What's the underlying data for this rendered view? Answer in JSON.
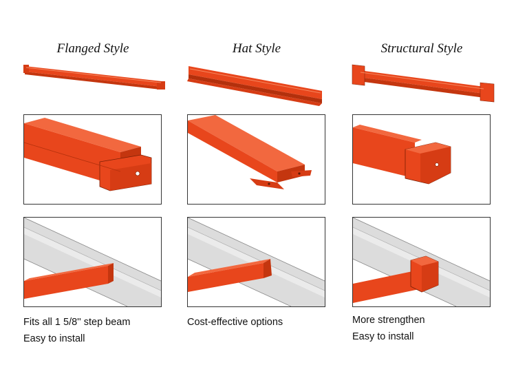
{
  "columns": [
    {
      "title": "Flanged Style",
      "features": [
        "Fits all 1 5/8'' step beam",
        "Easy to install"
      ]
    },
    {
      "title": "Hat Style",
      "features": [
        "Cost-effective options"
      ]
    },
    {
      "title": "Structural Style",
      "features": [
        "More strengthen",
        "Easy to install"
      ]
    }
  ],
  "colors": {
    "beam": "#e8461c",
    "beam_dark": "#c4360f",
    "beam_light": "#f2683f",
    "rail": "#dcdcdc"
  }
}
